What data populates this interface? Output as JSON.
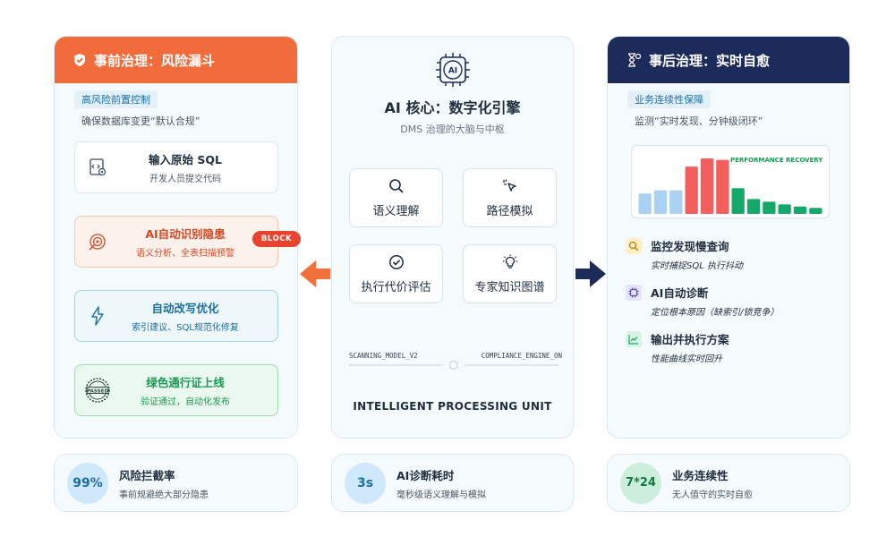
{
  "left": {
    "title": "事前治理：风险漏斗",
    "tag": "高风险前置控制",
    "subtitle": "确保数据库变更“默认合规”",
    "cards": [
      {
        "title": "输入原始 SQL",
        "desc": "开发人员提交代码"
      },
      {
        "title": "AI自动识别隐患",
        "desc": "语义分析、全表扫描预警"
      },
      {
        "title": "自动改写优化",
        "desc": "索引建议、SQL规范化修复"
      },
      {
        "title": "绿色通行证上线",
        "desc": "验证通过，自动化发布"
      }
    ],
    "block_label": "BLOCK",
    "passed_stamp": "PASSED"
  },
  "center": {
    "logo_text": "AI",
    "title": "AI 核心：数字化引擎",
    "subtitle": "DMS 治理的大脑与中枢",
    "modules": [
      "语义理解",
      "路径模拟",
      "执行代价评估",
      "专家知识图谱"
    ],
    "scan_left": "SCANNING_MODEL_V2",
    "scan_right": "COMPLIANCE_ENGINE_ON",
    "unit_label": "INTELLIGENT PROCESSING UNIT"
  },
  "right": {
    "title": "事后治理：实时自愈",
    "tag": "业务连续性保障",
    "subtitle": "监测“实时发现、分钟级闭环”",
    "chart_label": "PERFORMANCE RECOVERY",
    "actions": [
      {
        "title": "监控发现慢查询",
        "desc": "实时捕捉SQL 执行抖动"
      },
      {
        "title": "AI自动诊断",
        "desc": "定位根本原因（缺索引/锁竞争）"
      },
      {
        "title": "输出并执行方案",
        "desc": "性能曲线实时回升"
      }
    ]
  },
  "stats": [
    {
      "value": "99%",
      "title": "风险拦截率",
      "desc": "事前规避绝大部分隐患"
    },
    {
      "value": "3s",
      "title": "AI诊断耗时",
      "desc": "毫秒级语义理解与模拟"
    },
    {
      "value": "7*24",
      "title": "业务连续性",
      "desc": "无人值守的实时自愈"
    }
  ],
  "chart_data": {
    "type": "bar",
    "values": [
      3,
      3.5,
      3.5,
      7,
      8.2,
      8,
      3.8,
      2.2,
      1.8,
      1.4,
      1.1,
      0.9
    ],
    "colors": [
      "#a8d1f2",
      "#a8d1f2",
      "#a8d1f2",
      "#f25f5c",
      "#f25f5c",
      "#f25f5c",
      "#14a86a",
      "#14a86a",
      "#14a86a",
      "#14a86a",
      "#14a86a",
      "#14a86a"
    ],
    "ylim": [
      0,
      9
    ],
    "legend_label": "PERFORMANCE RECOVERY"
  },
  "colors": {
    "orange": "#f26b3a",
    "navy": "#1c2b5a",
    "red": "#e8432f",
    "green": "#14a86a",
    "blue": "#a8d1f2"
  }
}
